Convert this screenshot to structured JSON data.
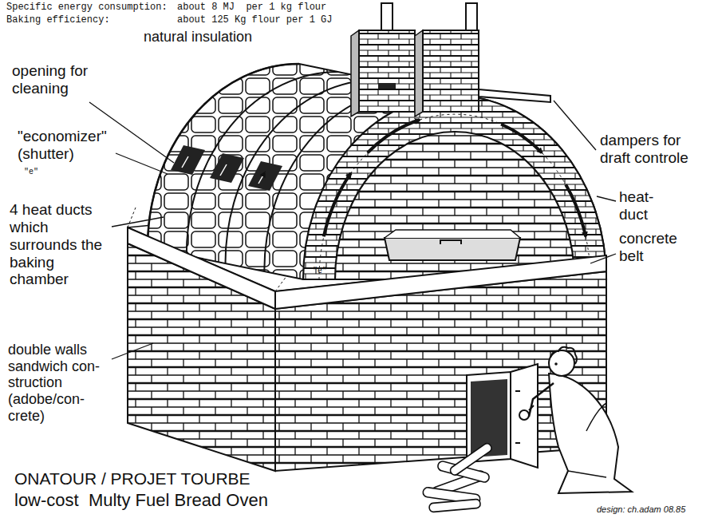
{
  "diagram": {
    "title": "ONATOUR / PROJET TOURBE",
    "caption": "low-cost  Multy Fuel Bread Oven",
    "labels": [
      "Specific energy consumption:",
      "about 8 MJ  per 1 kg flour",
      "Baking efficiency:",
      "about 125 Kg flour per 1 GJ",
      "natural insulation",
      "opening for cleaning",
      "\"economizer\" (shutter)",
      "\"e\"",
      "4 heat ducts which surrounds the baking chamber",
      "double walls sandwich con- struction (adobe/con- crete)",
      "dampers for draft controle",
      "heat- duct",
      "concrete belt",
      "\"e\"",
      "design: ch.adam 08.85"
    ]
  }
}
